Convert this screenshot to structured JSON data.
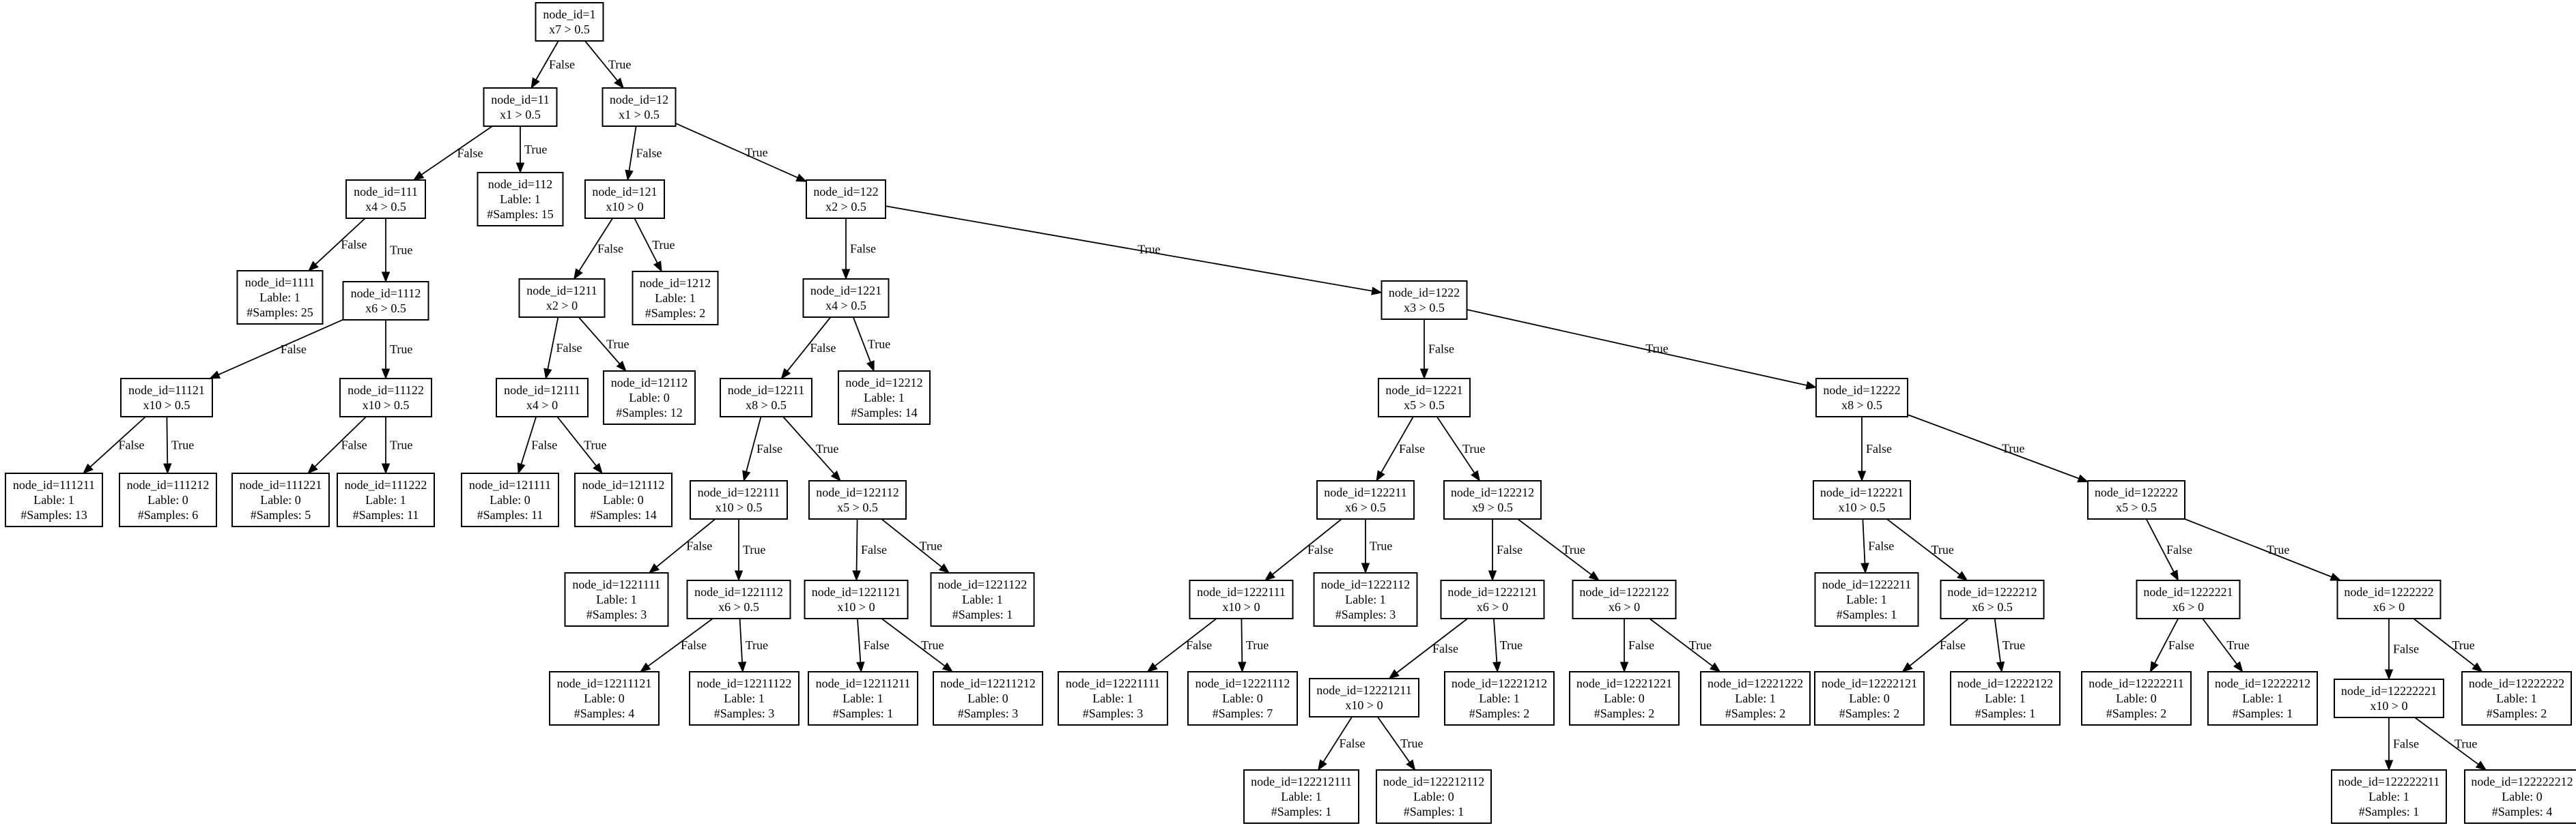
{
  "nodes": [
    {
      "id": "1",
      "lines": [
        "node_id=1",
        "x7 > 0.5"
      ]
    },
    {
      "id": "11",
      "lines": [
        "node_id=11",
        "x1 > 0.5"
      ]
    },
    {
      "id": "12",
      "lines": [
        "node_id=12",
        "x1 > 0.5"
      ]
    },
    {
      "id": "111",
      "lines": [
        "node_id=111",
        "x4 > 0.5"
      ]
    },
    {
      "id": "112",
      "lines": [
        "node_id=112",
        "Lable: 1",
        "#Samples: 15"
      ]
    },
    {
      "id": "121",
      "lines": [
        "node_id=121",
        "x10 > 0"
      ]
    },
    {
      "id": "122",
      "lines": [
        "node_id=122",
        "x2 > 0.5"
      ]
    },
    {
      "id": "1111",
      "lines": [
        "node_id=1111",
        "Lable: 1",
        "#Samples: 25"
      ]
    },
    {
      "id": "1112",
      "lines": [
        "node_id=1112",
        "x6 > 0.5"
      ]
    },
    {
      "id": "1211",
      "lines": [
        "node_id=1211",
        "x2 > 0"
      ]
    },
    {
      "id": "1212",
      "lines": [
        "node_id=1212",
        "Lable: 1",
        "#Samples: 2"
      ]
    },
    {
      "id": "1221",
      "lines": [
        "node_id=1221",
        "x4 > 0.5"
      ]
    },
    {
      "id": "1222",
      "lines": [
        "node_id=1222",
        "x3 > 0.5"
      ]
    },
    {
      "id": "11121",
      "lines": [
        "node_id=11121",
        "x10 > 0.5"
      ]
    },
    {
      "id": "11122",
      "lines": [
        "node_id=11122",
        "x10 > 0.5"
      ]
    },
    {
      "id": "12111",
      "lines": [
        "node_id=12111",
        "x4 > 0"
      ]
    },
    {
      "id": "12112",
      "lines": [
        "node_id=12112",
        "Lable: 0",
        "#Samples: 12"
      ]
    },
    {
      "id": "12211",
      "lines": [
        "node_id=12211",
        "x8 > 0.5"
      ]
    },
    {
      "id": "12212",
      "lines": [
        "node_id=12212",
        "Lable: 1",
        "#Samples: 14"
      ]
    },
    {
      "id": "12221",
      "lines": [
        "node_id=12221",
        "x5 > 0.5"
      ]
    },
    {
      "id": "12222",
      "lines": [
        "node_id=12222",
        "x8 > 0.5"
      ]
    },
    {
      "id": "111211",
      "lines": [
        "node_id=111211",
        "Lable: 1",
        "#Samples: 13"
      ]
    },
    {
      "id": "111212",
      "lines": [
        "node_id=111212",
        "Lable: 0",
        "#Samples: 6"
      ]
    },
    {
      "id": "111221",
      "lines": [
        "node_id=111221",
        "Lable: 0",
        "#Samples: 5"
      ]
    },
    {
      "id": "111222",
      "lines": [
        "node_id=111222",
        "Lable: 1",
        "#Samples: 11"
      ]
    },
    {
      "id": "121111",
      "lines": [
        "node_id=121111",
        "Lable: 0",
        "#Samples: 11"
      ]
    },
    {
      "id": "121112",
      "lines": [
        "node_id=121112",
        "Lable: 0",
        "#Samples: 14"
      ]
    },
    {
      "id": "122111",
      "lines": [
        "node_id=122111",
        "x10 > 0.5"
      ]
    },
    {
      "id": "122112",
      "lines": [
        "node_id=122112",
        "x5 > 0.5"
      ]
    },
    {
      "id": "122211",
      "lines": [
        "node_id=122211",
        "x6 > 0.5"
      ]
    },
    {
      "id": "122212",
      "lines": [
        "node_id=122212",
        "x9 > 0.5"
      ]
    },
    {
      "id": "122221",
      "lines": [
        "node_id=122221",
        "x10 > 0.5"
      ]
    },
    {
      "id": "122222",
      "lines": [
        "node_id=122222",
        "x5 > 0.5"
      ]
    },
    {
      "id": "1221111",
      "lines": [
        "node_id=1221111",
        "Lable: 1",
        "#Samples: 3"
      ]
    },
    {
      "id": "1221112",
      "lines": [
        "node_id=1221112",
        "x6 > 0.5"
      ]
    },
    {
      "id": "1221121",
      "lines": [
        "node_id=1221121",
        "x10 > 0"
      ]
    },
    {
      "id": "1221122",
      "lines": [
        "node_id=1221122",
        "Lable: 1",
        "#Samples: 1"
      ]
    },
    {
      "id": "1222111",
      "lines": [
        "node_id=1222111",
        "x10 > 0"
      ]
    },
    {
      "id": "1222112",
      "lines": [
        "node_id=1222112",
        "Lable: 1",
        "#Samples: 3"
      ]
    },
    {
      "id": "1222121",
      "lines": [
        "node_id=1222121",
        "x6 > 0"
      ]
    },
    {
      "id": "1222122",
      "lines": [
        "node_id=1222122",
        "x6 > 0"
      ]
    },
    {
      "id": "1222211",
      "lines": [
        "node_id=1222211",
        "Lable: 1",
        "#Samples: 1"
      ]
    },
    {
      "id": "1222212",
      "lines": [
        "node_id=1222212",
        "x6 > 0.5"
      ]
    },
    {
      "id": "1222221",
      "lines": [
        "node_id=1222221",
        "x6 > 0"
      ]
    },
    {
      "id": "1222222",
      "lines": [
        "node_id=1222222",
        "x6 > 0"
      ]
    },
    {
      "id": "12211121",
      "lines": [
        "node_id=12211121",
        "Lable: 0",
        "#Samples: 4"
      ]
    },
    {
      "id": "12211122",
      "lines": [
        "node_id=12211122",
        "Lable: 1",
        "#Samples: 3"
      ]
    },
    {
      "id": "12211211",
      "lines": [
        "node_id=12211211",
        "Lable: 1",
        "#Samples: 1"
      ]
    },
    {
      "id": "12211212",
      "lines": [
        "node_id=12211212",
        "Lable: 0",
        "#Samples: 3"
      ]
    },
    {
      "id": "12221111",
      "lines": [
        "node_id=12221111",
        "Lable: 1",
        "#Samples: 3"
      ]
    },
    {
      "id": "12221112",
      "lines": [
        "node_id=12221112",
        "Lable: 0",
        "#Samples: 7"
      ]
    },
    {
      "id": "12221211",
      "lines": [
        "node_id=12221211",
        "x10 > 0"
      ]
    },
    {
      "id": "12221212",
      "lines": [
        "node_id=12221212",
        "Lable: 1",
        "#Samples: 2"
      ]
    },
    {
      "id": "12221221",
      "lines": [
        "node_id=12221221",
        "Lable: 0",
        "#Samples: 2"
      ]
    },
    {
      "id": "12221222",
      "lines": [
        "node_id=12221222",
        "Lable: 1",
        "#Samples: 2"
      ]
    },
    {
      "id": "12222121",
      "lines": [
        "node_id=12222121",
        "Lable: 0",
        "#Samples: 2"
      ]
    },
    {
      "id": "12222122",
      "lines": [
        "node_id=12222122",
        "Lable: 1",
        "#Samples: 1"
      ]
    },
    {
      "id": "12222211",
      "lines": [
        "node_id=12222211",
        "Lable: 0",
        "#Samples: 2"
      ]
    },
    {
      "id": "12222212",
      "lines": [
        "node_id=12222212",
        "Lable: 1",
        "#Samples: 1"
      ]
    },
    {
      "id": "12222221",
      "lines": [
        "node_id=12222221",
        "x10 > 0"
      ]
    },
    {
      "id": "12222222",
      "lines": [
        "node_id=12222222",
        "Lable: 1",
        "#Samples: 2"
      ]
    },
    {
      "id": "122212111",
      "lines": [
        "node_id=122212111",
        "Lable: 1",
        "#Samples: 1"
      ]
    },
    {
      "id": "122212112",
      "lines": [
        "node_id=122212112",
        "Lable: 0",
        "#Samples: 1"
      ]
    },
    {
      "id": "122222211",
      "lines": [
        "node_id=122222211",
        "Lable: 1",
        "#Samples: 1"
      ]
    },
    {
      "id": "122222212",
      "lines": [
        "node_id=122222212",
        "Lable: 0",
        "#Samples: 4"
      ]
    }
  ],
  "edges": [
    {
      "from": "1",
      "to": "11",
      "label": "False"
    },
    {
      "from": "1",
      "to": "12",
      "label": "True"
    },
    {
      "from": "11",
      "to": "111",
      "label": "False"
    },
    {
      "from": "11",
      "to": "112",
      "label": "True"
    },
    {
      "from": "12",
      "to": "121",
      "label": "False"
    },
    {
      "from": "12",
      "to": "122",
      "label": "True"
    },
    {
      "from": "111",
      "to": "1111",
      "label": "False"
    },
    {
      "from": "111",
      "to": "1112",
      "label": "True"
    },
    {
      "from": "121",
      "to": "1211",
      "label": "False"
    },
    {
      "from": "121",
      "to": "1212",
      "label": "True"
    },
    {
      "from": "122",
      "to": "1221",
      "label": "False"
    },
    {
      "from": "122",
      "to": "1222",
      "label": "True"
    },
    {
      "from": "1112",
      "to": "11121",
      "label": "False"
    },
    {
      "from": "1112",
      "to": "11122",
      "label": "True"
    },
    {
      "from": "1211",
      "to": "12111",
      "label": "False"
    },
    {
      "from": "1211",
      "to": "12112",
      "label": "True"
    },
    {
      "from": "1221",
      "to": "12211",
      "label": "False"
    },
    {
      "from": "1221",
      "to": "12212",
      "label": "True"
    },
    {
      "from": "1222",
      "to": "12221",
      "label": "False"
    },
    {
      "from": "1222",
      "to": "12222",
      "label": "True"
    },
    {
      "from": "11121",
      "to": "111211",
      "label": "False"
    },
    {
      "from": "11121",
      "to": "111212",
      "label": "True"
    },
    {
      "from": "11122",
      "to": "111221",
      "label": "False"
    },
    {
      "from": "11122",
      "to": "111222",
      "label": "True"
    },
    {
      "from": "12111",
      "to": "121111",
      "label": "False"
    },
    {
      "from": "12111",
      "to": "121112",
      "label": "True"
    },
    {
      "from": "12211",
      "to": "122111",
      "label": "False"
    },
    {
      "from": "12211",
      "to": "122112",
      "label": "True"
    },
    {
      "from": "12221",
      "to": "122211",
      "label": "False"
    },
    {
      "from": "12221",
      "to": "122212",
      "label": "True"
    },
    {
      "from": "12222",
      "to": "122221",
      "label": "False"
    },
    {
      "from": "12222",
      "to": "122222",
      "label": "True"
    },
    {
      "from": "122111",
      "to": "1221111",
      "label": "False"
    },
    {
      "from": "122111",
      "to": "1221112",
      "label": "True"
    },
    {
      "from": "122112",
      "to": "1221121",
      "label": "False"
    },
    {
      "from": "122112",
      "to": "1221122",
      "label": "True"
    },
    {
      "from": "122211",
      "to": "1222111",
      "label": "False"
    },
    {
      "from": "122211",
      "to": "1222112",
      "label": "True"
    },
    {
      "from": "122212",
      "to": "1222121",
      "label": "False"
    },
    {
      "from": "122212",
      "to": "1222122",
      "label": "True"
    },
    {
      "from": "122221",
      "to": "1222211",
      "label": "False"
    },
    {
      "from": "122221",
      "to": "1222212",
      "label": "True"
    },
    {
      "from": "122222",
      "to": "1222221",
      "label": "False"
    },
    {
      "from": "122222",
      "to": "1222222",
      "label": "True"
    },
    {
      "from": "1221112",
      "to": "12211121",
      "label": "False"
    },
    {
      "from": "1221112",
      "to": "12211122",
      "label": "True"
    },
    {
      "from": "1221121",
      "to": "12211211",
      "label": "False"
    },
    {
      "from": "1221121",
      "to": "12211212",
      "label": "True"
    },
    {
      "from": "1222111",
      "to": "12221111",
      "label": "False"
    },
    {
      "from": "1222111",
      "to": "12221112",
      "label": "True"
    },
    {
      "from": "1222121",
      "to": "12221211",
      "label": "False"
    },
    {
      "from": "1222121",
      "to": "12221212",
      "label": "True"
    },
    {
      "from": "1222122",
      "to": "12221221",
      "label": "False"
    },
    {
      "from": "1222122",
      "to": "12221222",
      "label": "True"
    },
    {
      "from": "1222212",
      "to": "12222121",
      "label": "False"
    },
    {
      "from": "1222212",
      "to": "12222122",
      "label": "True"
    },
    {
      "from": "1222221",
      "to": "12222211",
      "label": "False"
    },
    {
      "from": "1222221",
      "to": "12222212",
      "label": "True"
    },
    {
      "from": "1222222",
      "to": "12222221",
      "label": "False"
    },
    {
      "from": "1222222",
      "to": "12222222",
      "label": "True"
    },
    {
      "from": "12221211",
      "to": "122212111",
      "label": "False"
    },
    {
      "from": "12221211",
      "to": "122212112",
      "label": "True"
    },
    {
      "from": "12222221",
      "to": "122222211",
      "label": "False"
    },
    {
      "from": "12222221",
      "to": "122222212",
      "label": "True"
    }
  ]
}
